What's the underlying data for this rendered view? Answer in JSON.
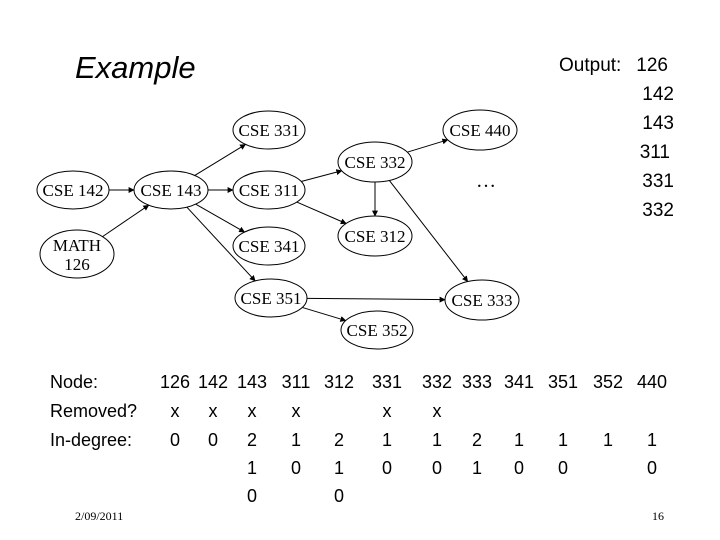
{
  "title": "Example",
  "output": {
    "label": "Output:",
    "values": [
      "126",
      "142",
      "143",
      "311",
      "331",
      "332"
    ]
  },
  "graph": {
    "nodes": [
      {
        "id": "cse142",
        "label": "CSE 142"
      },
      {
        "id": "math126",
        "label_lines": [
          "MATH",
          "126"
        ]
      },
      {
        "id": "cse143",
        "label": "CSE 143"
      },
      {
        "id": "cse331",
        "label": "CSE 331"
      },
      {
        "id": "cse311",
        "label": "CSE 311"
      },
      {
        "id": "cse341",
        "label": "CSE 341"
      },
      {
        "id": "cse351",
        "label": "CSE 351"
      },
      {
        "id": "cse332",
        "label": "CSE 332"
      },
      {
        "id": "cse312",
        "label": "CSE 312"
      },
      {
        "id": "cse352",
        "label": "CSE 352"
      },
      {
        "id": "cse440",
        "label": "CSE 440"
      },
      {
        "id": "cse333",
        "label": "CSE 333"
      }
    ],
    "edges": [
      [
        "cse142",
        "cse143"
      ],
      [
        "math126",
        "cse143"
      ],
      [
        "cse143",
        "cse331"
      ],
      [
        "cse143",
        "cse311"
      ],
      [
        "cse143",
        "cse341"
      ],
      [
        "cse143",
        "cse351"
      ],
      [
        "cse311",
        "cse332"
      ],
      [
        "cse311",
        "cse312"
      ],
      [
        "cse332",
        "cse312"
      ],
      [
        "cse332",
        "cse440"
      ],
      [
        "cse332",
        "cse333"
      ],
      [
        "cse351",
        "cse333"
      ],
      [
        "cse351",
        "cse352"
      ]
    ],
    "ellipsis": "…"
  },
  "table": {
    "labels": {
      "node": "Node:",
      "removed": "Removed?",
      "indegree": "In-degree:"
    },
    "nodes": [
      "126",
      "142",
      "143",
      "311",
      "312",
      "331",
      "332",
      "333",
      "341",
      "351",
      "352",
      "440"
    ],
    "removed": [
      "x",
      "x",
      "x",
      "x",
      "",
      "x",
      "x",
      "",
      "",
      "",
      "",
      ""
    ],
    "indegree_rows": [
      [
        "0",
        "0",
        "2",
        "1",
        "2",
        "1",
        "1",
        "2",
        "1",
        "1",
        "1",
        "1"
      ],
      [
        "",
        "",
        "1",
        "0",
        "1",
        "0",
        "0",
        "1",
        "0",
        "0",
        "",
        "0"
      ],
      [
        "",
        "",
        "0",
        "",
        "0",
        "",
        "",
        "",
        "",
        "",
        "",
        ""
      ]
    ]
  },
  "footer": {
    "date": "2/09/2011",
    "page": "16"
  }
}
